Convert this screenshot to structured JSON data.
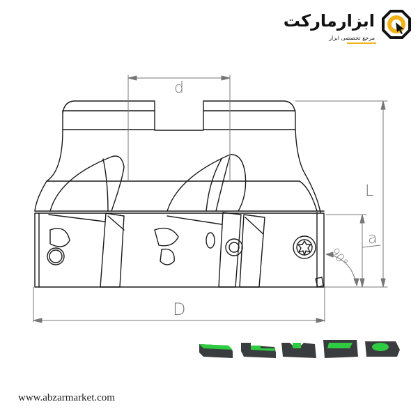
{
  "logo": {
    "title": "ابزارمارکت",
    "subtitle": "مرجع تخصصی ابزار",
    "colors": {
      "accent": "#f2b319",
      "text": "#111111"
    },
    "icon": "octagon-cursor-icon"
  },
  "drawing": {
    "subject": "face milling cutter technical drawing",
    "labels": {
      "d": "d",
      "D": "D",
      "L": "L",
      "a": "a",
      "angle": "90°"
    },
    "line_color": "#1a1a1a",
    "dimension_color": "#777777"
  },
  "inserts": {
    "count": 5,
    "icons": [
      "insert-flat-icon",
      "insert-step-icon",
      "insert-slot-icon",
      "insert-pocket-icon",
      "insert-round-pocket-icon"
    ],
    "colors": {
      "body": "#3a3d3f",
      "highlight": "#2ecc40"
    }
  },
  "footer": {
    "url": "www.abzarmarket.com"
  }
}
